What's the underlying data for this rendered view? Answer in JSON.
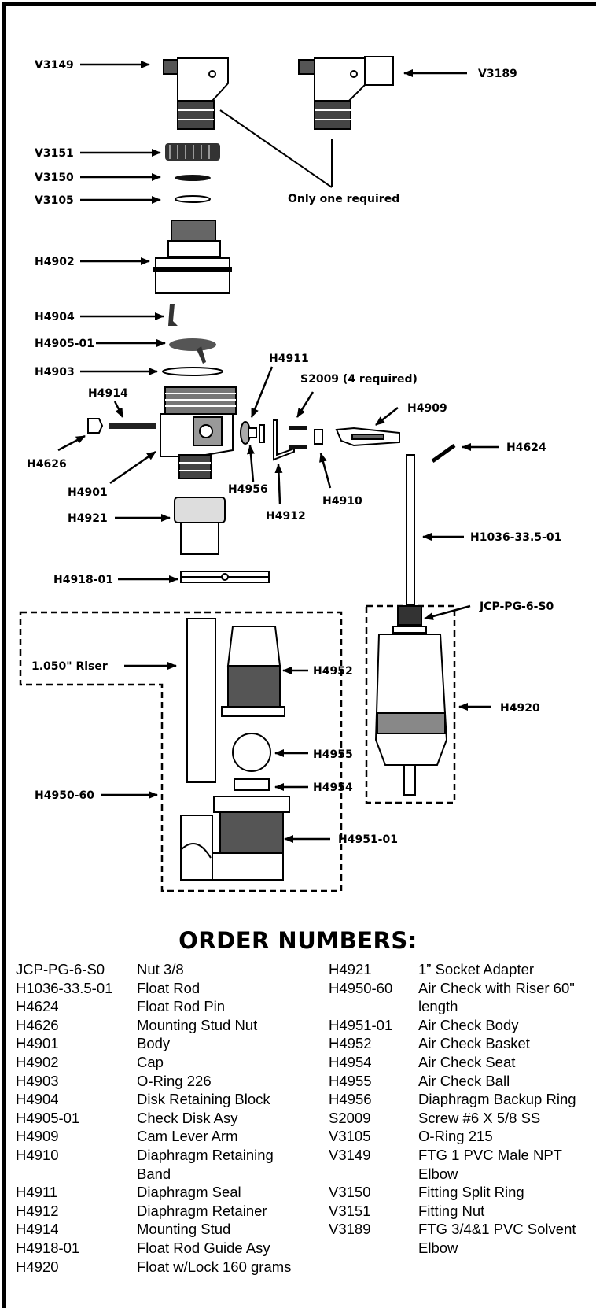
{
  "callouts": {
    "v3149": "V3149",
    "v3189": "V3189",
    "v3151": "V3151",
    "v3150": "V3150",
    "v3105": "V3105",
    "only_one": "Only one required",
    "h4902": "H4902",
    "h4904": "H4904",
    "h4905": "H4905-01",
    "h4903": "H4903",
    "h4911": "H4911",
    "s2009": "S2009 (4 required)",
    "h4914": "H4914",
    "h4909": "H4909",
    "h4624": "H4624",
    "h4626": "H4626",
    "h4901": "H4901",
    "h4956": "H4956",
    "h4910": "H4910",
    "h4912": "H4912",
    "h4921": "H4921",
    "h1036": "H1036-33.5-01",
    "h4918": "H4918-01",
    "jcp": "JCP-PG-6-S0",
    "riser": "1.050\" Riser",
    "h4952": "H4952",
    "h4920": "H4920",
    "h4955": "H4955",
    "h4954": "H4954",
    "h4950": "H4950-60",
    "h4951": "H4951-01"
  },
  "order": {
    "title": "ORDER NUMBERS:",
    "left": [
      {
        "pn": "JCP-PG-6-S0",
        "desc": "Nut 3/8"
      },
      {
        "pn": "H1036-33.5-01",
        "desc": "Float Rod"
      },
      {
        "pn": "H4624",
        "desc": "Float Rod Pin"
      },
      {
        "pn": "H4626",
        "desc": "Mounting Stud Nut"
      },
      {
        "pn": "H4901",
        "desc": "Body"
      },
      {
        "pn": "H4902",
        "desc": "Cap"
      },
      {
        "pn": "H4903",
        "desc": "O-Ring 226"
      },
      {
        "pn": "H4904",
        "desc": "Disk Retaining Block"
      },
      {
        "pn": "H4905-01",
        "desc": "Check Disk Asy"
      },
      {
        "pn": "H4909",
        "desc": "Cam Lever Arm"
      },
      {
        "pn": "H4910",
        "desc": "Diaphragm Retaining Band"
      },
      {
        "pn": "H4911",
        "desc": "Diaphragm Seal"
      },
      {
        "pn": "H4912",
        "desc": "Diaphragm Retainer"
      },
      {
        "pn": "H4914",
        "desc": "Mounting Stud"
      },
      {
        "pn": "H4918-01",
        "desc": "Float Rod Guide Asy"
      },
      {
        "pn": "H4920",
        "desc": "Float w/Lock 160 grams"
      }
    ],
    "right": [
      {
        "pn": "H4921",
        "desc": "1” Socket Adapter"
      },
      {
        "pn": "H4950-60",
        "desc": "Air Check with Riser 60\" length"
      },
      {
        "pn": "H4951-01",
        "desc": "Air Check Body"
      },
      {
        "pn": "H4952",
        "desc": "Air Check Basket"
      },
      {
        "pn": "H4954",
        "desc": "Air Check Seat"
      },
      {
        "pn": "H4955",
        "desc": "Air Check Ball"
      },
      {
        "pn": "H4956",
        "desc": "Diaphragm Backup Ring"
      },
      {
        "pn": "S2009",
        "desc": "Screw #6 X 5/8 SS"
      },
      {
        "pn": "V3105",
        "desc": "O-Ring 215"
      },
      {
        "pn": "V3149",
        "desc": "FTG 1 PVC Male NPT Elbow"
      },
      {
        "pn": "V3150",
        "desc": "Fitting Split Ring"
      },
      {
        "pn": "V3151",
        "desc": "Fitting Nut"
      },
      {
        "pn": "V3189",
        "desc": "FTG 3/4&1 PVC Solvent Elbow"
      }
    ]
  }
}
